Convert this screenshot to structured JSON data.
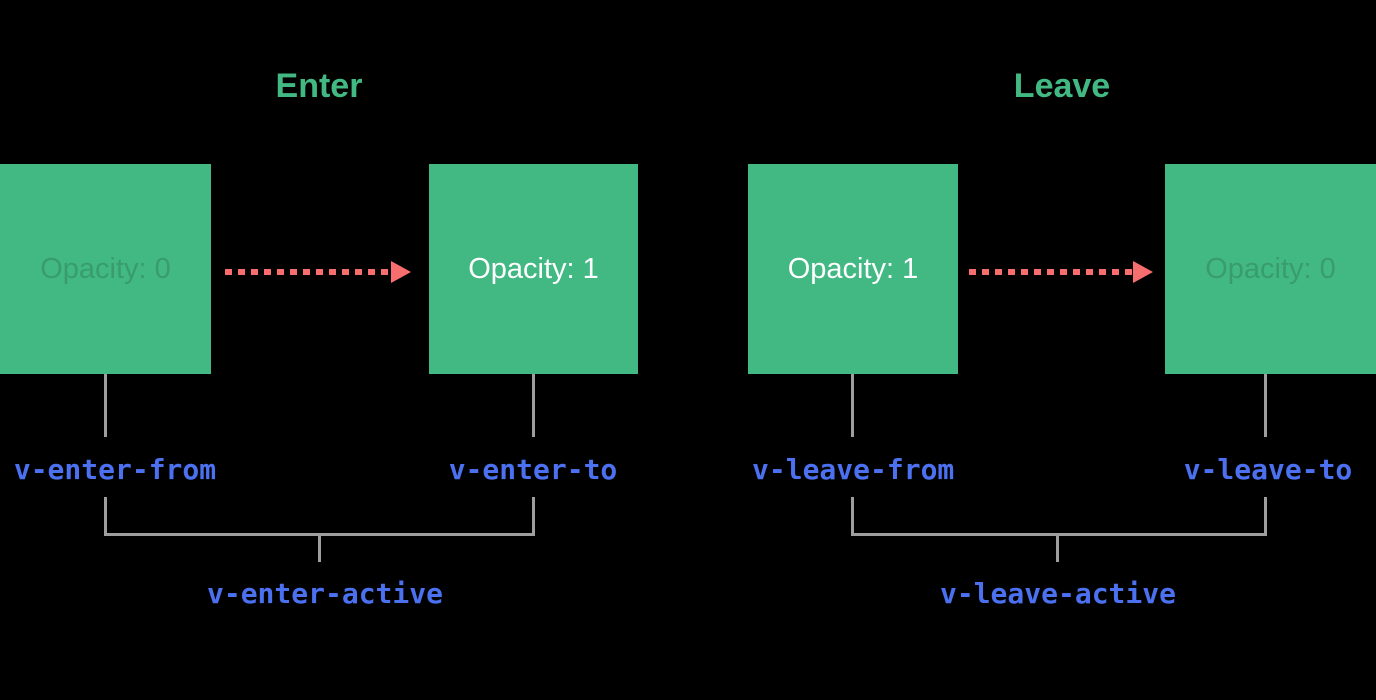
{
  "diagram": {
    "description": "Vue transition classes diagram",
    "colors": {
      "background": "#000000",
      "vue_green": "#42b883",
      "arrow_red": "#f86d6d",
      "class_blue": "#4b70f0",
      "connector_gray": "#9e9e9e",
      "box_text_white": "#ffffff"
    },
    "sections": [
      {
        "id": "enter",
        "title": "Enter",
        "from_box": {
          "label": "Opacity: 0",
          "faded": true
        },
        "to_box": {
          "label": "Opacity: 1",
          "faded": false
        },
        "from_class": "v-enter-from",
        "to_class": "v-enter-to",
        "active_class": "v-enter-active"
      },
      {
        "id": "leave",
        "title": "Leave",
        "from_box": {
          "label": "Opacity: 1",
          "faded": false
        },
        "to_box": {
          "label": "Opacity: 0",
          "faded": true
        },
        "from_class": "v-leave-from",
        "to_class": "v-leave-to",
        "active_class": "v-leave-active"
      }
    ]
  }
}
